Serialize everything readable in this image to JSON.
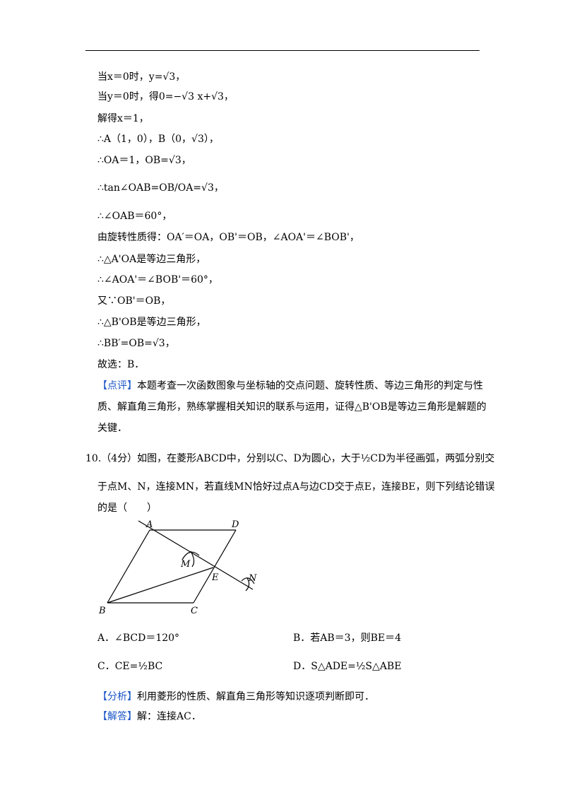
{
  "lines": [
    "当x＝0时，y=√3，",
    "当y＝0时，得0=−√3 x+√3，",
    "解得x＝1，",
    "∴A（1，0），B（0，√3），",
    "∴OA＝1，OB=√3，",
    "∴tan∠OAB=OB/OA=√3，",
    "∴∠OAB＝60°，",
    "由旋转性质得：OA′＝OA，OB'＝OB，∠AOA'＝∠BOB'，",
    "∴△A'OA是等边三角形，",
    "∴∠AOA'＝∠BOB'＝60°，",
    "又∵OB'＝OB，",
    "∴△B'OB是等边三角形，",
    "∴BB′=OB=√3，",
    "故选：B．"
  ],
  "comment": {
    "tag": "【点评】",
    "lines": [
      "本题考查一次函数图象与坐标轴的交点问题、旋转性质、等边三角形的判定与性",
      "质、解直角三角形，熟练掌握相关知识的联系与运用，证得△B'OB是等边三角形是解题的",
      "关键．"
    ]
  },
  "question": {
    "lines": [
      "10.（4分）如图，在菱形ABCD中，分别以C、D为圆心，大于½CD为半径画弧，两弧分别交",
      "于点M、N，连接MN，若直线MN恰好过点A与边CD交于点E，连接BE，则下列结论错误",
      "的是（　　）"
    ]
  },
  "figure": {
    "labels": [
      "A",
      "D",
      "M",
      "E",
      "N",
      "B",
      "C"
    ]
  },
  "options": {
    "a": "A．∠BCD＝120°",
    "b": "B．若AB＝3，则BE＝4",
    "c": "C．CE=½BC",
    "d": "D．S△ADE=½S△ABE"
  },
  "analysis": {
    "tag": "【分析】",
    "text": "利用菱形的性质、解直角三角形等知识逐项判断即可．"
  },
  "answer": {
    "tag": "【解答】",
    "text": "解：连接AC．"
  }
}
